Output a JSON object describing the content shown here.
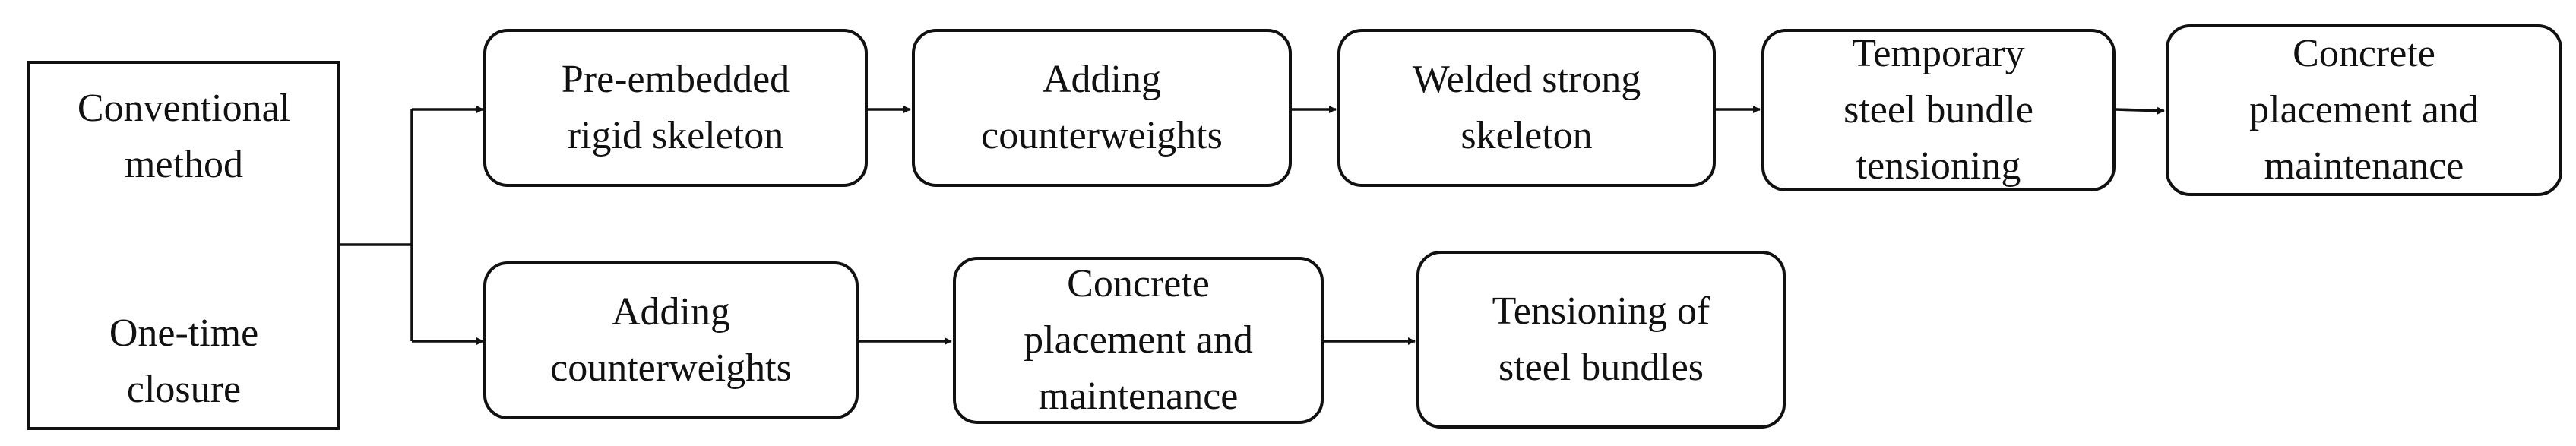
{
  "source": {
    "top_label": "Conventional\nmethod",
    "bottom_label": "One-time\nclosure"
  },
  "conventional_steps": [
    {
      "label": "Pre-embedded\nrigid  skeleton"
    },
    {
      "label": "Adding\ncounterweights"
    },
    {
      "label": "Welded strong\nskeleton"
    },
    {
      "label": "Temporary\nsteel bundle\ntensioning"
    },
    {
      "label": "Concrete\nplacement and\nmaintenance"
    }
  ],
  "one_time_steps": [
    {
      "label": "Adding\ncounterweights"
    },
    {
      "label": "Concrete\nplacement and\nmaintenance"
    },
    {
      "label": "Tensioning of\nsteel bundles"
    }
  ]
}
